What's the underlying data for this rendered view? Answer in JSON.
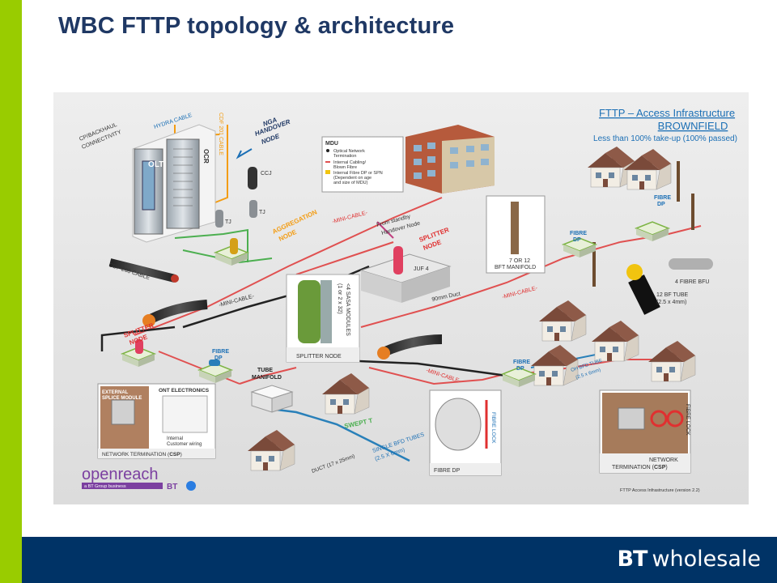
{
  "slide": {
    "title": "WBC FTTP topology & architecture"
  },
  "footer": {
    "brand_bt": "BT",
    "brand_wholesale": "wholesale"
  },
  "diagram": {
    "heading_line1": "FTTP – Access Infrastructure",
    "heading_line2": "BROWNFIELD",
    "heading_line3": "Less than 100% take-up (100% passed)",
    "version_note": "FTTP Access Infrastructure (version 2.2)",
    "labels": {
      "cp_backhaul": "CP/BACKHAUL",
      "connectivity": "CONNECTIVITY",
      "hydra_cable": "HYDRA CABLE",
      "cdf201_cable": "CDF 201 CABLE",
      "nga": "NGA",
      "handover": "HANDOVER",
      "node": "NODE",
      "olt": "OLT",
      "ocr": "OCR",
      "ccj": "CCJ",
      "tj1": "TJ",
      "tj2": "TJ",
      "aggregation": "AGGREGATION",
      "aggregation_node": "NODE",
      "cdf200_cable": "CDF 200 CABLE",
      "mini_cable_1": "-MINI-CABLE-",
      "mini_cable_2": "-MINI-CABLE-",
      "mini_cable_3": "-MINI-CABLE-",
      "mini_cable_4": "-MINI-CABLE-",
      "from_standby": "From standby",
      "handover_node": "Handover Node",
      "splitter": "SPLITTER",
      "splitter_node_label": "NODE",
      "juf4": "JUF 4",
      "duct_90mm": "90mm Duct",
      "sasa_modules": "<4 SASA MODULES",
      "sasa_modules_2": "(1 or 2 x 32)",
      "splitter_node_box": "SPLITTER NODE",
      "splitter_left": "SPLITTER",
      "splitter_left_node": "NODE",
      "fibre_dp_1": "FIBRE",
      "fibre_dp_1b": "DP",
      "tube_manifold": "TUBE",
      "tube_manifold_b": "MANIFOLD",
      "swept_t": "SWEPT T",
      "single_bfd": "SINGLE BFD TUBES",
      "single_bfd_size": "(2.5 X 6mm)",
      "duct_small": "DUCT (17 x 25mm)",
      "external_splice": "EXTERNAL",
      "external_splice_b": "SPLICE MODULE",
      "ont_electronics": "ONT ELECTRONICS",
      "internal": "Internal",
      "customer_wiring": "Customer wiring",
      "network_termination": "NETWORK TERMINATION (",
      "csp": "CSP",
      "close_paren": ")",
      "manifold_7_12": "7 OR 12",
      "bft_manifold": "BFT MANIFOLD",
      "fibre_dp_2": "FIBRE",
      "fibre_dp_2b": "DP",
      "fibre_dp_3": "FIBRE",
      "fibre_dp_3b": "DP",
      "four_fibre_bfu": "4 FIBRE BFU",
      "bf_tube": "12 BF TUBE",
      "bf_tube_size": "(2.5 x 4mm)",
      "fibre_dp_4": "FIBRE",
      "fibre_dp_4b": "DP",
      "oh_bfd_tube": "OH BFD TUBE",
      "oh_bfd_size": "(2.5 x 6mm)",
      "fibre_lock": "FIBRE LOCK",
      "fibre_lock_2": "FIBRE LOCK",
      "fibre_dp_box": "FIBRE DP",
      "network_term_2": "NETWORK",
      "termination_csp": "TERMINATION (",
      "csp2": "CSP",
      "close_paren2": ")",
      "openreach": "openreach",
      "bt_group": "a BT Group business",
      "bt_logo": "BT"
    },
    "mdu_legend": {
      "title": "MDU",
      "item1": "Optical Network",
      "item1b": "Termination",
      "item2": "Internal Cabling/",
      "item2b": "Blown Fibre",
      "item3": "Internal Fibre DP or SPN",
      "item3b": "(Dependent on age",
      "item3c": "and size of MDU)"
    },
    "colors": {
      "title_blue": "#1f3864",
      "footer_navy": "#003366",
      "accent_green": "#99cc00",
      "cable_red": "#e05050",
      "cable_green": "#4caf50",
      "cable_orange": "#f39c12",
      "cable_blue": "#2980b9",
      "label_blue": "#1b6fb5",
      "label_red": "#e03030"
    }
  }
}
